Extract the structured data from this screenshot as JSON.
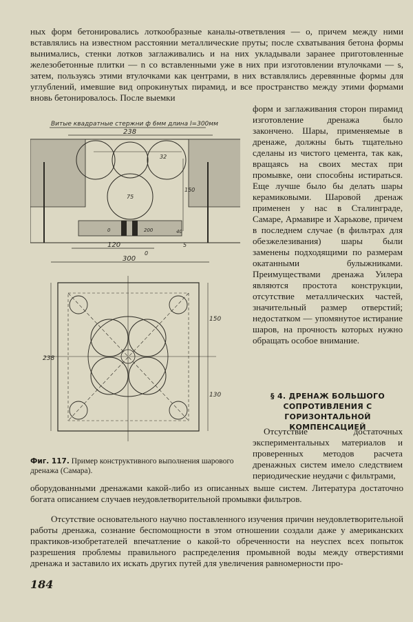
{
  "text": {
    "top_paragraph": "ных форм бетонировались лоткообразные каналы-ответвления — o, причем между ними вставлялись на известном расстоянии металлические пруты; после схватывания бетона формы вынимались, стенки лотков заглаживались и на них укладывали заранее приготовленные железобетонные плитки — n со вставленными уже в них при изготовлении втулочками — s, затем, пользуясь этими втулочками как центрами, в них вставлялись деревянные формы для углублений, имевшие вид опрокинутых пирамид, и все пространство между этими формами вновь бетонировалось. После выемки",
    "right_column": "форм и заглаживания сторон пирамид изготовление дренажа было закончено. Шары, применяемые в дренаже, должны быть тщательно сделаны из чистого цемента, так как, вращаясь на своих местах при промывке, они способны истираться. Еще лучше было бы делать шары керамиковыми. Шаровой дренаж применен у нас в Сталинграде, Самаре, Армавире и Харькове, причем в последнем случае (в фильтрах для обезжелезивания) шары были заменены подходящими по размерам окатанными булыжниками. Преимуществами дренажа Уилера являются простота конструкции, отсутствие металлических частей, значительный размер отверстий; недостатком — упомянутое истирание шаров, на прочность которых нужно обращать особое внимание.",
    "section_heading": "§ 4. ДРЕНАЖ БОЛЬШОГО СОПРОТИВЛЕНИЯ С ГОРИЗОНТАЛЬНОЙ КОМПЕНСАЦИЕЙ",
    "section_intro": "Отсутствие достаточных экспериментальных материалов и проверенных методов расчета дренажных систем имело следствием периодические неудачи с фильтрами,",
    "section_continued": "оборудованными дренажами какой-либо из описанных выше систем. Литература достаточно богата описанием случаев неудовлетворительной промывки фильтров.",
    "final_paragraph": "Отсутствие основательного научно поставленного изучения причин неудовлетворительной работы дренажа, сознание беспомощности в этом отношении создали даже у американских практиков-изобретателей впечатление о какой-то обреченности на неуспех всех попыток разрешения проблемы правильного распределения промывной воды между отверстиями дренажа и заставило их искать других путей для увеличения равномерности про-"
  },
  "figure": {
    "top_label": "Витые квадратные стержни ф 6мм длина l=300мм",
    "caption_number": "Фиг. 117.",
    "caption_text": "Пример конструктивного выполнения шарового дренажа (Самара).",
    "dims": {
      "d238": "238",
      "d120": "120",
      "d300": "300",
      "d75": "75",
      "d32": "32",
      "d150": "150",
      "d200": "200",
      "d0a": "0",
      "d0b": "0",
      "d5": "5",
      "d40": "40",
      "d238_plan": "238",
      "d150_plan": "150",
      "d130_plan": "130"
    }
  },
  "page_number": "184"
}
